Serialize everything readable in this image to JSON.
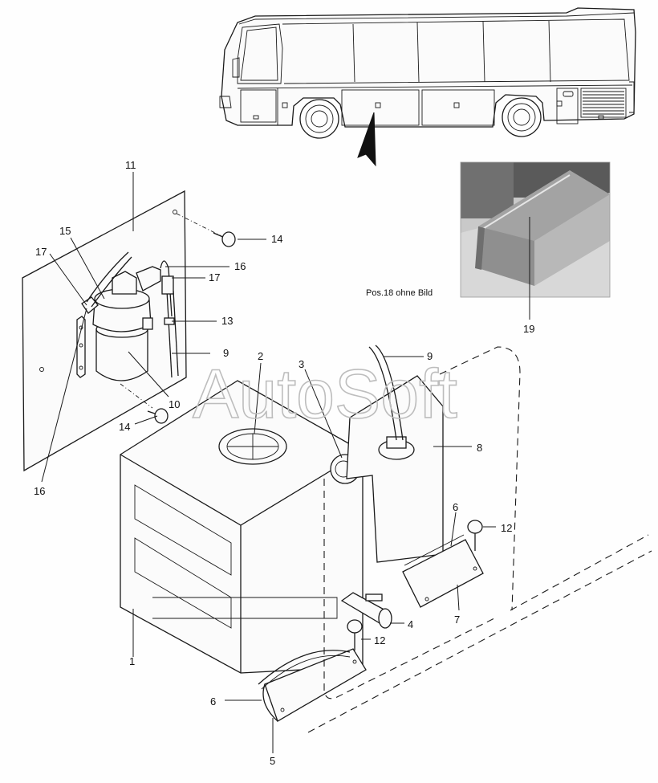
{
  "watermark": "AutoSoft",
  "photo_caption": "Pos.18 ohne Bild",
  "part_labels": {
    "p1": "1",
    "p2": "2",
    "p3": "3",
    "p4": "4",
    "p5": "5",
    "p6a": "6",
    "p6b": "6",
    "p7": "7",
    "p8": "8",
    "p9a": "9",
    "p9b": "9",
    "p10": "10",
    "p11": "11",
    "p12a": "12",
    "p12b": "12",
    "p13": "13",
    "p14a": "14",
    "p14b": "14",
    "p15": "15",
    "p16a": "16",
    "p16b": "16",
    "p17a": "17",
    "p17b": "17",
    "p19": "19"
  }
}
